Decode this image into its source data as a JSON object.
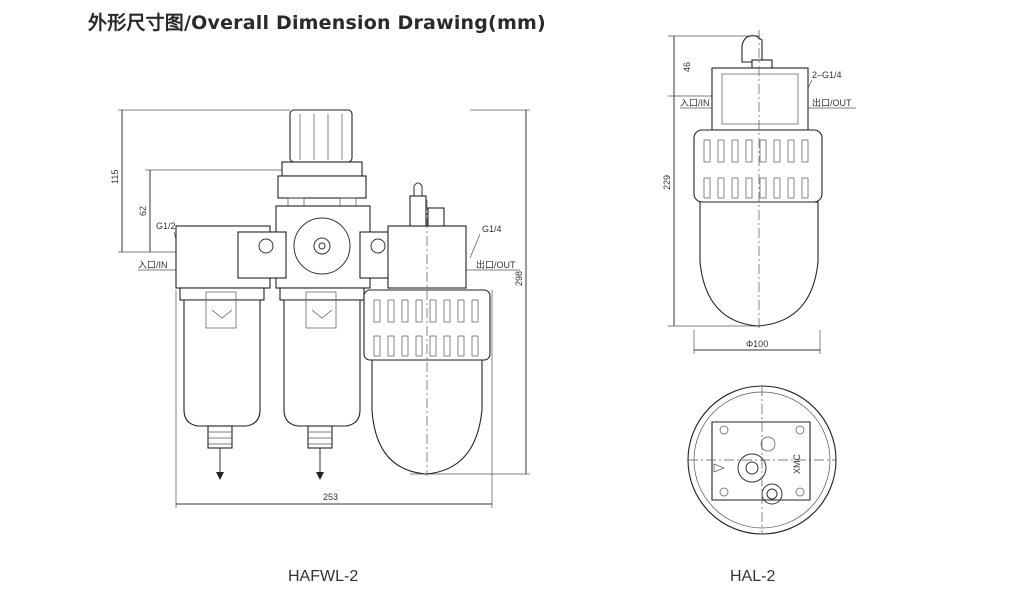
{
  "title": "外形尺寸图/Overall Dimension Drawing(mm)",
  "left_drawing": {
    "model": "HAFWL-2",
    "dim_115": "115",
    "dim_62": "62",
    "dim_298": "298",
    "dim_253": "253",
    "port_in_size": "G1/2",
    "port_out_size": "G1/4",
    "port_in_label": "入口/IN",
    "port_out_label": "出口/OUT"
  },
  "right_drawing": {
    "model": "HAL-2",
    "dim_46": "46",
    "dim_229": "229",
    "dim_dia": "Φ100",
    "port_size": "2–G1/4",
    "port_in_label": "入口/IN",
    "port_out_label": "出口/OUT",
    "brand": "XMC"
  }
}
